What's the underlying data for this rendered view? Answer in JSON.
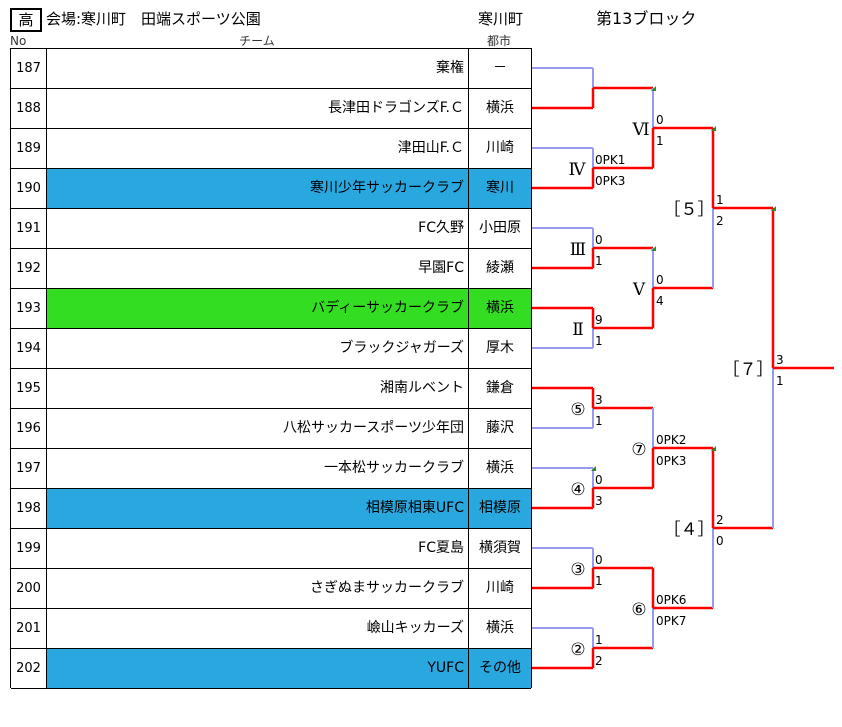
{
  "header": {
    "grade": "高",
    "venue": "会場:寒川町　田端スポーツ公園",
    "city": "寒川町",
    "block": "第13ブロック",
    "col_no": "No",
    "col_team": "チーム",
    "col_city": "都市"
  },
  "rows": [
    {
      "no": "187",
      "team": "棄権",
      "city": "－",
      "bg": "#ffffff"
    },
    {
      "no": "188",
      "team": "長津田ドラゴンズF.Ｃ",
      "city": "横浜",
      "bg": "#ffffff"
    },
    {
      "no": "189",
      "team": "津田山F.Ｃ",
      "city": "川崎",
      "bg": "#ffffff"
    },
    {
      "no": "190",
      "team": "寒川少年サッカークラブ",
      "city": "寒川",
      "bg": "#29a7df"
    },
    {
      "no": "191",
      "team": "FC久野",
      "city": "小田原",
      "bg": "#ffffff"
    },
    {
      "no": "192",
      "team": "早園FC",
      "city": "綾瀬",
      "bg": "#ffffff"
    },
    {
      "no": "193",
      "team": "バディーサッカークラブ",
      "city": "横浜",
      "bg": "#33dd22"
    },
    {
      "no": "194",
      "team": "ブラックジャガーズ",
      "city": "厚木",
      "bg": "#ffffff"
    },
    {
      "no": "195",
      "team": "湘南ルベント",
      "city": "鎌倉",
      "bg": "#ffffff"
    },
    {
      "no": "196",
      "team": "八松サッカースポーツ少年団",
      "city": "藤沢",
      "bg": "#ffffff"
    },
    {
      "no": "197",
      "team": "一本松サッカークラブ",
      "city": "横浜",
      "bg": "#ffffff"
    },
    {
      "no": "198",
      "team": "相模原相東UFC",
      "city": "相模原",
      "bg": "#29a7df"
    },
    {
      "no": "199",
      "team": "FC夏島",
      "city": "横須賀",
      "bg": "#ffffff"
    },
    {
      "no": "200",
      "team": "さぎぬまサッカークラブ",
      "city": "川崎",
      "bg": "#ffffff"
    },
    {
      "no": "201",
      "team": "嶮山キッカーズ",
      "city": "横浜",
      "bg": "#ffffff"
    },
    {
      "no": "202",
      "team": "YUFC",
      "city": "その他",
      "bg": "#29a7df"
    }
  ],
  "bracket": {
    "colors": {
      "winner": "#ff0000",
      "loser": "#9999ee",
      "marker": "#2a8a2a"
    },
    "round_labels": [
      "Ⅵ",
      "Ⅳ",
      "Ⅲ",
      "Ⅴ",
      "Ⅱ",
      "［５］",
      "⑤",
      "⑦",
      "④",
      "［７］",
      "［４］",
      "③",
      "⑥",
      "②"
    ],
    "scores": [
      "0",
      "1",
      "0PK1",
      "0PK3",
      "1",
      "2",
      "0",
      "1",
      "0",
      "4",
      "9",
      "1",
      "3",
      "1",
      "3",
      "1",
      "0PK2",
      "0PK3",
      "0",
      "3",
      "2",
      "0",
      "0",
      "1",
      "0PK6",
      "0PK7",
      "1",
      "2"
    ]
  }
}
